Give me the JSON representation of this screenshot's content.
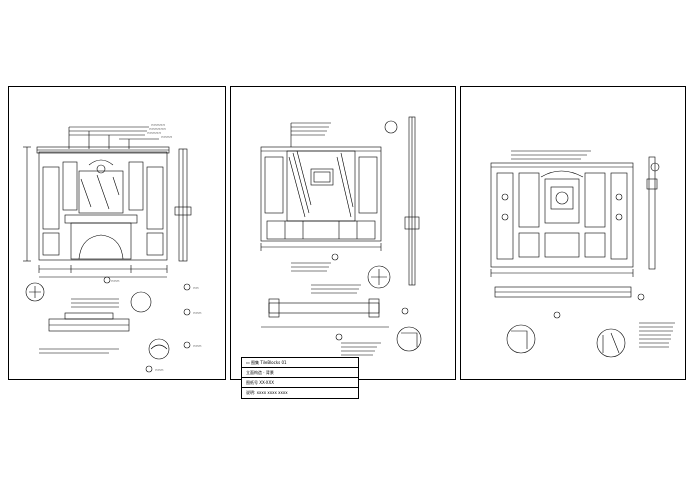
{
  "sheets": [
    {
      "id": "left",
      "label": "fireplace-elevation-sheet"
    },
    {
      "id": "middle",
      "label": "tv-wall-elevation-sheet"
    },
    {
      "id": "right",
      "label": "panel-wall-elevation-sheet"
    }
  ],
  "title_block": {
    "row1": "▭ 图集 TileBlocks 01",
    "row2": "立面构造 · 背景",
    "row3": "图纸号 XX-XXX",
    "row4": "说明: xxxx xxxx xxxx"
  },
  "colors": {
    "line": "#000000",
    "paper": "#ffffff"
  }
}
